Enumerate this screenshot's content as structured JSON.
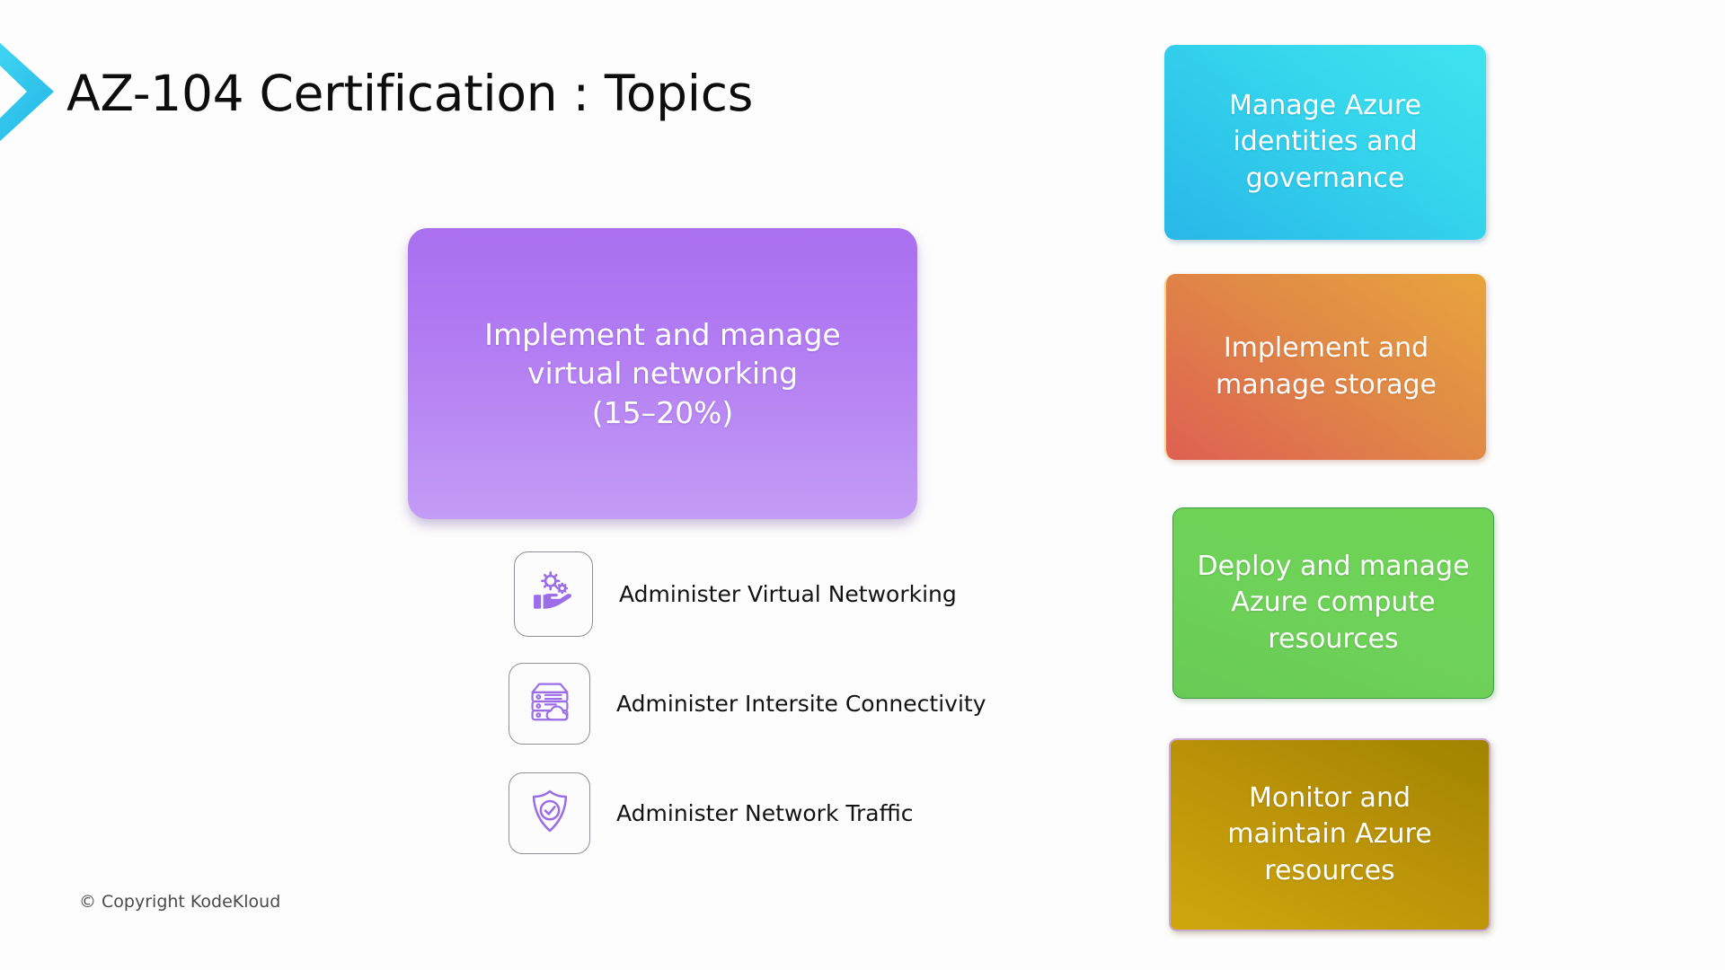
{
  "slide": {
    "title": "AZ-104 Certification : Topics",
    "copyright": "© Copyright KodeKloud",
    "background_color": "#fdfdfd"
  },
  "accent": {
    "chevron_icon": "chevron-right-icon",
    "color_light": "#3ed8f0",
    "color_dark": "#29b8e8"
  },
  "main_card": {
    "title": "Implement and manage virtual networking",
    "weight": "(15–20%)",
    "display_text": "Implement and manage virtual networking\n(15–20%)",
    "gradient_top": "#a96ff0",
    "gradient_bottom": "#c39cf5",
    "text_color": "#ffffff"
  },
  "topics": [
    {
      "label": "Administer Virtual Networking",
      "icon": "hand-holding-gears-icon",
      "icon_color": "#9b6ee8"
    },
    {
      "label": "Administer Intersite Connectivity",
      "icon": "server-cloud-icon",
      "icon_color": "#9b6ee8"
    },
    {
      "label": "Administer Network Traffic",
      "icon": "shield-check-icon",
      "icon_color": "#9b6ee8"
    }
  ],
  "side_cards": [
    {
      "display_text": "Manage Azure\nidentities and\ngovernance",
      "color_start": "#3ee3ee",
      "color_end": "#29b7e9"
    },
    {
      "display_text": "Implement and\nmanage storage",
      "color_start": "#e8a43c",
      "color_end": "#de6052"
    },
    {
      "display_text": "Deploy and manage\nAzure compute\nresources",
      "color_start": "#6fd456",
      "color_end": "#69cb55"
    },
    {
      "display_text": "Monitor and\nmaintain Azure\nresources",
      "color_start": "#a08400",
      "color_end": "#cfa70c"
    }
  ]
}
